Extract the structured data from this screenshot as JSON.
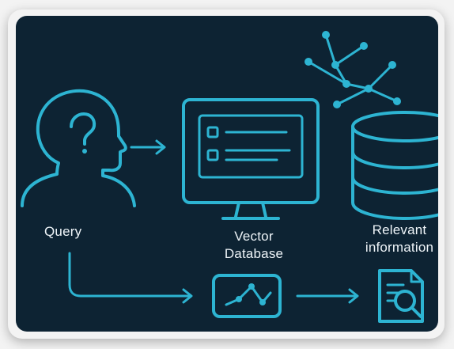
{
  "diagram": {
    "labels": {
      "query": "Query",
      "vector_db_line1": "Vector",
      "vector_db_line2": "Database",
      "relevant_line1": "Relevant",
      "relevant_line2": "information"
    },
    "colors": {
      "background": "#0d2333",
      "accent": "#2db4d2",
      "text": "#eef4f8"
    },
    "icons": [
      "head-question-icon",
      "monitor-icon",
      "database-icon",
      "network-graph-icon",
      "vector-plot-icon",
      "document-search-icon"
    ]
  }
}
